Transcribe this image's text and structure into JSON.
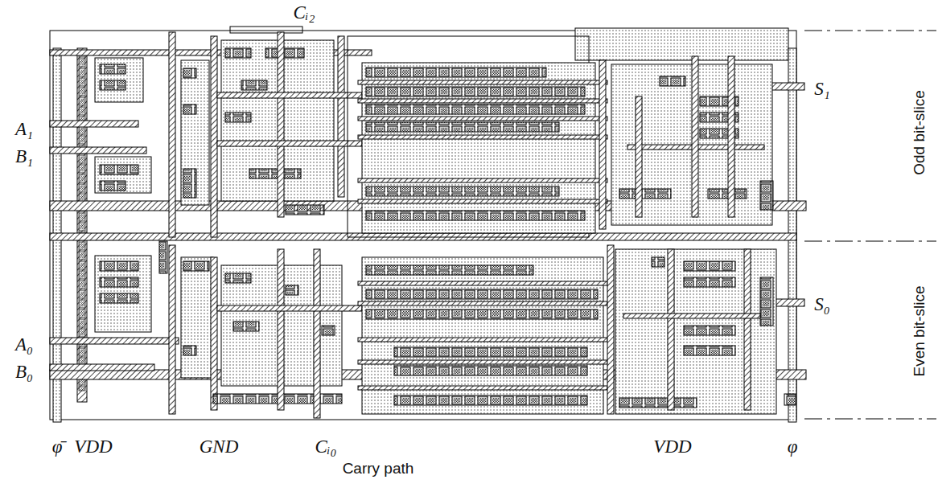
{
  "diagram": {
    "labels": [
      "Cᵢ₂",
      "A₁",
      "B₁",
      "S₁",
      "Odd bit-slice",
      "A₀",
      "B₀",
      "S₀",
      "Even bit-slice",
      "φ̄",
      "VDD",
      "GND",
      "Cᵢ₀",
      "Carry path",
      "VDD",
      "φ"
    ]
  }
}
